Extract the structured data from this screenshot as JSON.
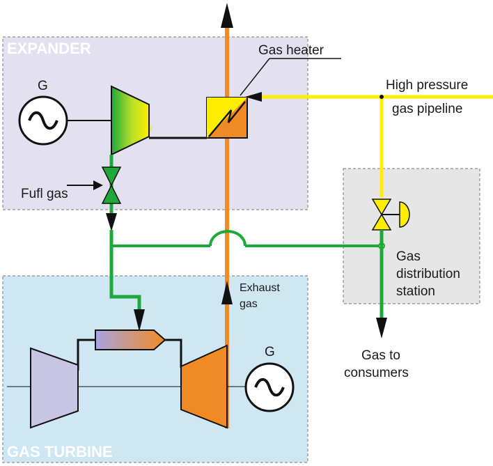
{
  "zones": {
    "expander": "EXPANDER",
    "gas_turbine": "GAS TURBINE"
  },
  "labels": {
    "gas_heater": "Gas heater",
    "high_pressure_1": "High pressure",
    "high_pressure_2": "gas pipeline",
    "fuel_gas": "Fufl gas",
    "gas_dist_1": "Gas",
    "gas_dist_2": "distribution",
    "gas_dist_3": "station",
    "exhaust_1": "Exhaust",
    "exhaust_2": "gas",
    "consumers_1": "Gas to",
    "consumers_2": "consumers",
    "generator_top": "G",
    "generator_bottom": "G"
  },
  "colors": {
    "expander_bg": "#e3e0f0",
    "turbine_bg": "#cfe6f3",
    "station_bg": "#e6e6e6",
    "exhaust_orange": "#f08a24",
    "pipeline_yellow": "#ffee00",
    "gas_green": "#1fa83a",
    "compressor_lavender": "#c8c4e3"
  }
}
